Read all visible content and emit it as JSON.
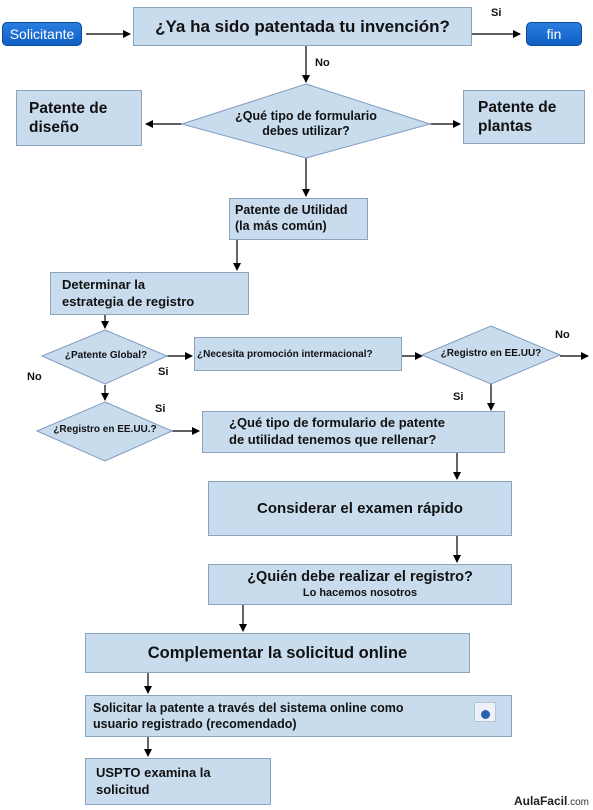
{
  "nodes": {
    "solicitante": "Solicitante",
    "fin": "fin",
    "q_patentada": "¿Ya ha sido patentada tu invención?",
    "q_formulario": "¿Qué tipo de formulario\ndebes utilizar?",
    "patente_diseno": "Patente de\ndiseño",
    "patente_plantas": "Patente de\nplantas",
    "patente_utilidad": "Patente de Utilidad\n(la más común)",
    "estrategia": "Determinar la\nestrategia de registro",
    "q_global": "¿Patente Global?",
    "promocion": "¿Necesita promoción intermacional?",
    "q_registro_right": "¿Registro en EE.UU?",
    "q_registro_left": "¿Registro en EE.UU.?",
    "formulario_utilidad": "¿Qué tipo de formulario de patente\nde utilidad tenemos que rellenar?",
    "examen_rapido": "Considerar el examen rápido",
    "quien_registro": "¿Quién debe realizar el registro?",
    "quien_registro_sub": "Lo hacemos nosotros",
    "complementar": "Complementar la solicitud online",
    "solicitar": "Solicitar la patente a través del sistema online como\nusuario registrado (recomendado)",
    "uspto": "USPTO examina la\nsolicitud"
  },
  "edge_labels": {
    "si_top": "Si",
    "no_top": "No",
    "no_global": "No",
    "si_global": "Si",
    "no_registro_right": "No",
    "si_registro_right": "Si",
    "si_registro_left": "Si"
  },
  "watermark": {
    "brand": "AulaFacil",
    "suffix": ".com"
  },
  "colors": {
    "box_fill": "#c9dcee",
    "box_border": "#8aa3bf",
    "pill": "#1a6fd6"
  }
}
